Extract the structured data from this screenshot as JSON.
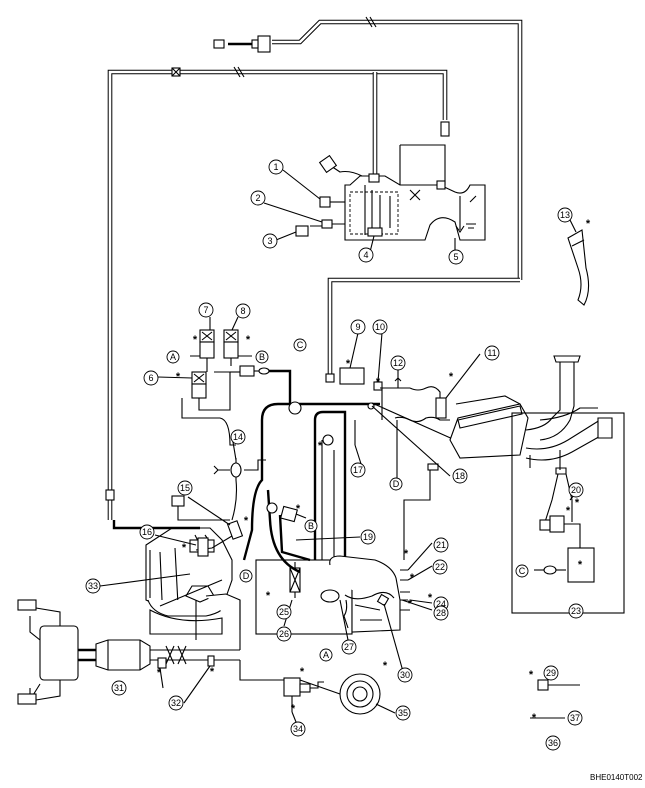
{
  "diagram_code": "BHE0140T002",
  "star_symbol": "*",
  "callouts": [
    {
      "id": "c1",
      "label": "1"
    },
    {
      "id": "c2",
      "label": "2"
    },
    {
      "id": "c3",
      "label": "3"
    },
    {
      "id": "c4",
      "label": "4"
    },
    {
      "id": "c5",
      "label": "5"
    },
    {
      "id": "c6",
      "label": "6"
    },
    {
      "id": "c7",
      "label": "7"
    },
    {
      "id": "c8",
      "label": "8"
    },
    {
      "id": "c9",
      "label": "9"
    },
    {
      "id": "c10",
      "label": "10"
    },
    {
      "id": "c11",
      "label": "11"
    },
    {
      "id": "c12",
      "label": "12"
    },
    {
      "id": "c13",
      "label": "13"
    },
    {
      "id": "c14",
      "label": "14"
    },
    {
      "id": "c15",
      "label": "15"
    },
    {
      "id": "c16",
      "label": "16"
    },
    {
      "id": "c17",
      "label": "17"
    },
    {
      "id": "c18",
      "label": "18"
    },
    {
      "id": "c19",
      "label": "19"
    },
    {
      "id": "c20",
      "label": "20"
    },
    {
      "id": "c21",
      "label": "21"
    },
    {
      "id": "c22",
      "label": "22"
    },
    {
      "id": "c23",
      "label": "23"
    },
    {
      "id": "c24",
      "label": "24"
    },
    {
      "id": "c25",
      "label": "25"
    },
    {
      "id": "c26",
      "label": "26"
    },
    {
      "id": "c27",
      "label": "27"
    },
    {
      "id": "c28",
      "label": "28"
    },
    {
      "id": "c29",
      "label": "29"
    },
    {
      "id": "c30",
      "label": "30"
    },
    {
      "id": "c31",
      "label": "31"
    },
    {
      "id": "c32",
      "label": "32"
    },
    {
      "id": "c33",
      "label": "33"
    },
    {
      "id": "c34",
      "label": "34"
    },
    {
      "id": "c35",
      "label": "35"
    },
    {
      "id": "c36",
      "label": "36"
    },
    {
      "id": "c37",
      "label": "37"
    }
  ],
  "connectors": [
    {
      "id": "A1",
      "label": "A"
    },
    {
      "id": "B1",
      "label": "B"
    },
    {
      "id": "C1",
      "label": "C"
    },
    {
      "id": "D1",
      "label": "D"
    },
    {
      "id": "B2",
      "label": "B"
    },
    {
      "id": "D2",
      "label": "D"
    },
    {
      "id": "C2",
      "label": "C"
    },
    {
      "id": "A2",
      "label": "A"
    }
  ]
}
